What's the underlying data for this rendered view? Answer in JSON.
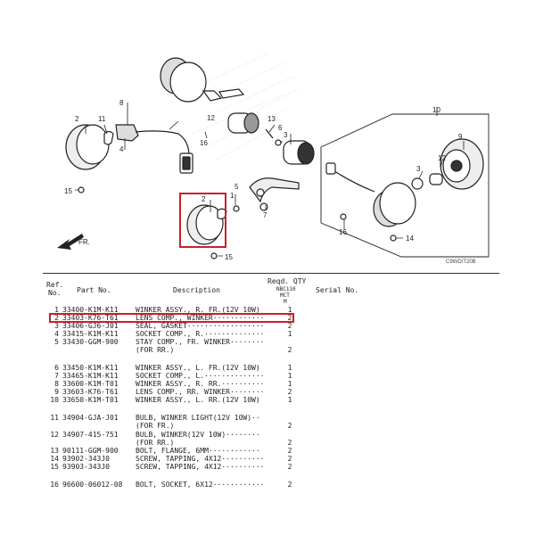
{
  "diagram": {
    "callouts": [
      "1",
      "2",
      "3",
      "4",
      "5",
      "6",
      "7",
      "8",
      "9",
      "10",
      "11",
      "12",
      "13",
      "14",
      "15",
      "16"
    ],
    "direction_label": "FR.",
    "figure_code": "C9WD/T20B"
  },
  "table": {
    "headers": {
      "ref": "Ref.",
      "no": "No.",
      "part_no": "Part No.",
      "description": "Description",
      "reqd_qty": "Reqd. QTY",
      "model_1": "NBC110",
      "model_2": "MCT",
      "model_3": "M",
      "serial_no": "Serial No."
    },
    "rows": [
      {
        "no": "1",
        "part": "33400-K1M-K11",
        "desc": "WINKER ASSY., R. FR.(12V 10W)",
        "qty": "1"
      },
      {
        "no": "2",
        "part": "33403-K76-T61",
        "desc": "LENS COMP., WINKER············",
        "qty": "2"
      },
      {
        "no": "3",
        "part": "33406-GJ6-J01",
        "desc": "SEAL, GASKET··················",
        "qty": "2"
      },
      {
        "no": "4",
        "part": "33415-K1M-K11",
        "desc": "SOCKET COMP., R.··············",
        "qty": "1"
      },
      {
        "no": "5",
        "part": "33430-GGM-900",
        "desc": "STAY COMP., FR. WINKER········",
        "qty": ""
      },
      {
        "no": "",
        "part": "",
        "desc": "(FOR RR.)",
        "qty": "2"
      },
      {
        "no": "6",
        "part": "33450-K1M-K11",
        "desc": "WINKER ASSY., L. FR.(12V 10W)",
        "qty": "1"
      },
      {
        "no": "7",
        "part": "33465-K1M-K11",
        "desc": "SOCKET COMP., L.··············",
        "qty": "1"
      },
      {
        "no": "8",
        "part": "33600-K1M-T01",
        "desc": "WINKER ASSY., R. RR.··········",
        "qty": "1"
      },
      {
        "no": "9",
        "part": "33603-K76-T61",
        "desc": "LENS COMP., RR. WINKER········",
        "qty": "2"
      },
      {
        "no": "10",
        "part": "33650-K1M-T01",
        "desc": "WINKER ASSY., L. RR.(12V 10W)",
        "qty": "1"
      },
      {
        "no": "11",
        "part": "34904-GJA-J01",
        "desc": "BULB, WINKER LIGHT(12V 10W)··",
        "qty": ""
      },
      {
        "no": "",
        "part": "",
        "desc": "(FOR FR.)",
        "qty": "2"
      },
      {
        "no": "12",
        "part": "34907-415-751",
        "desc": "BULB, WINKER(12V 10W)········",
        "qty": ""
      },
      {
        "no": "",
        "part": "",
        "desc": "(FOR RR.)",
        "qty": "2"
      },
      {
        "no": "13",
        "part": "90111-GGM-900",
        "desc": "BOLT, FLANGE, 6MM············",
        "qty": "2"
      },
      {
        "no": "14",
        "part": "93902-343J0",
        "desc": "SCREW, TAPPING, 4X12··········",
        "qty": "2"
      },
      {
        "no": "15",
        "part": "93903-343J0",
        "desc": "SCREW, TAPPING, 4X12··········",
        "qty": "2"
      },
      {
        "no": "16",
        "part": "96600-06012-08",
        "desc": "BOLT, SOCKET, 6X12············",
        "qty": "2"
      }
    ]
  },
  "highlight": {
    "color": "#c8202a",
    "ref_no": "2"
  }
}
